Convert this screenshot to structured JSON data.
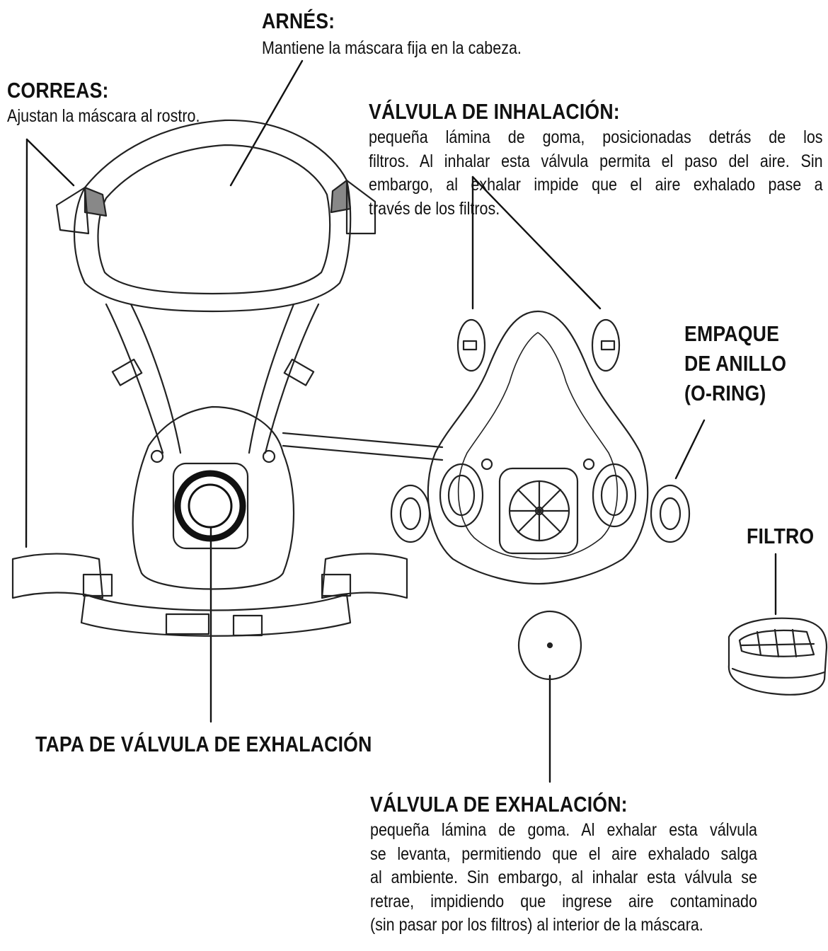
{
  "arnes": {
    "title": "ARNÉS:",
    "desc": "Mantiene la máscara fija en la cabeza."
  },
  "correas": {
    "title": "CORREAS:",
    "desc": "Ajustan la máscara al rostro."
  },
  "valvula_inhalacion": {
    "title": "VÁLVULA DE INHALACIÓN:",
    "lines": [
      "pequeña lámina de goma, posicionadas detrás de los",
      "filtros. Al inhalar esta válvula permita el paso del aire. Sin",
      "embargo, al exhalar impide que el aire exhalado pase a",
      "través de los filtros."
    ]
  },
  "empaque": {
    "lines": [
      "EMPAQUE",
      "DE ANILLO",
      "(O-RING)"
    ]
  },
  "filtro": {
    "title": "FILTRO"
  },
  "tapa": {
    "title": "TAPA DE VÁLVULA DE EXHALACIÓN"
  },
  "valvula_exhalacion": {
    "title": "VÁLVULA DE EXHALACIÓN:",
    "lines": [
      "pequeña lámina de goma. Al exhalar esta válvula",
      "se levanta, permitiendo que el aire exhalado salga",
      "al ambiente. Sin embargo, al inhalar esta válvula se",
      "retrae, impidiendo que ingrese aire contaminado",
      "(sin pasar por los filtros) al interior de la máscara."
    ]
  }
}
